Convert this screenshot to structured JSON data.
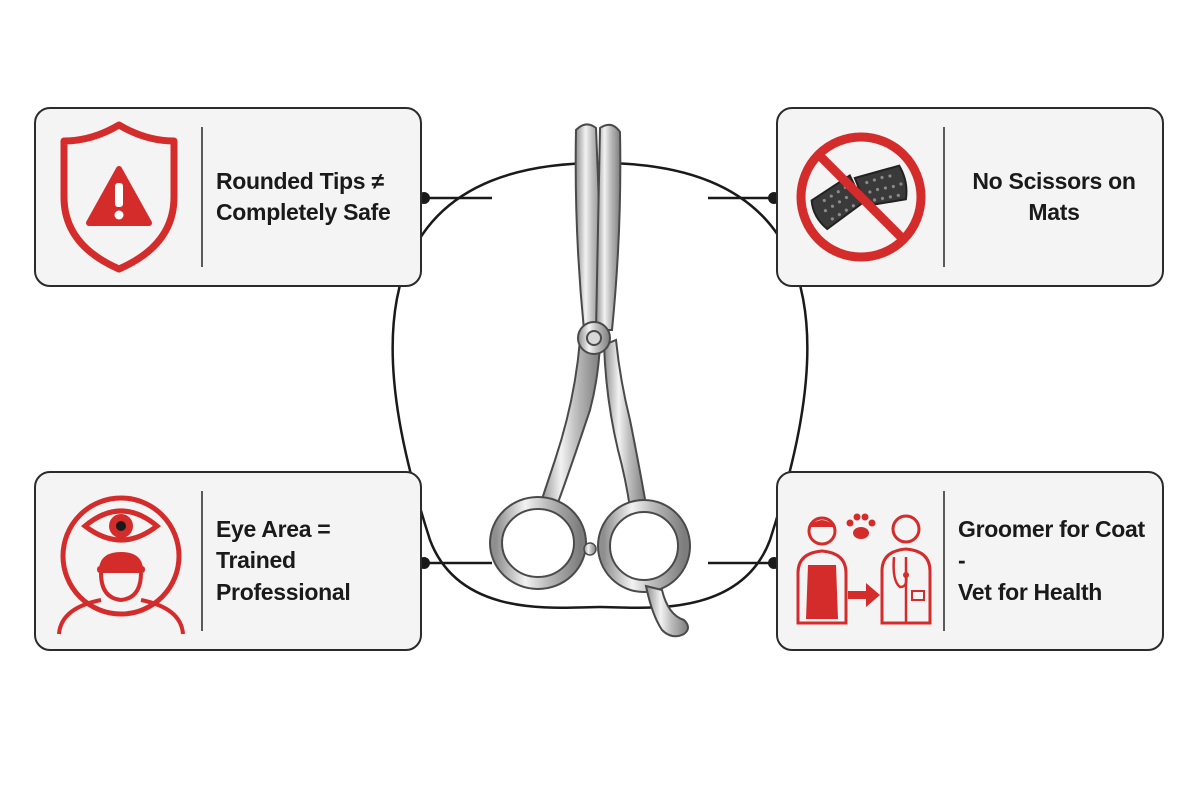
{
  "cards": {
    "top_left": {
      "lines": [
        "Rounded Tips ≠",
        "Completely Safe"
      ],
      "icon": "shield-warning-icon"
    },
    "top_right": {
      "lines": [
        "No Scissors on Mats"
      ],
      "icon": "no-mats-icon"
    },
    "bottom_left": {
      "lines": [
        "Eye Area =",
        "Trained Professional"
      ],
      "icon": "eye-professional-icon"
    },
    "bottom_right": {
      "lines": [
        "Groomer for Coat -",
        "Vet for Health"
      ],
      "icon": "groomer-to-vet-icon"
    }
  },
  "center": {
    "icon": "grooming-scissors-icon"
  },
  "colors": {
    "accent": "#d42b2b",
    "outline": "#2b2b2b",
    "card_bg": "#f4f4f4",
    "steel": "#a9a9a9"
  }
}
